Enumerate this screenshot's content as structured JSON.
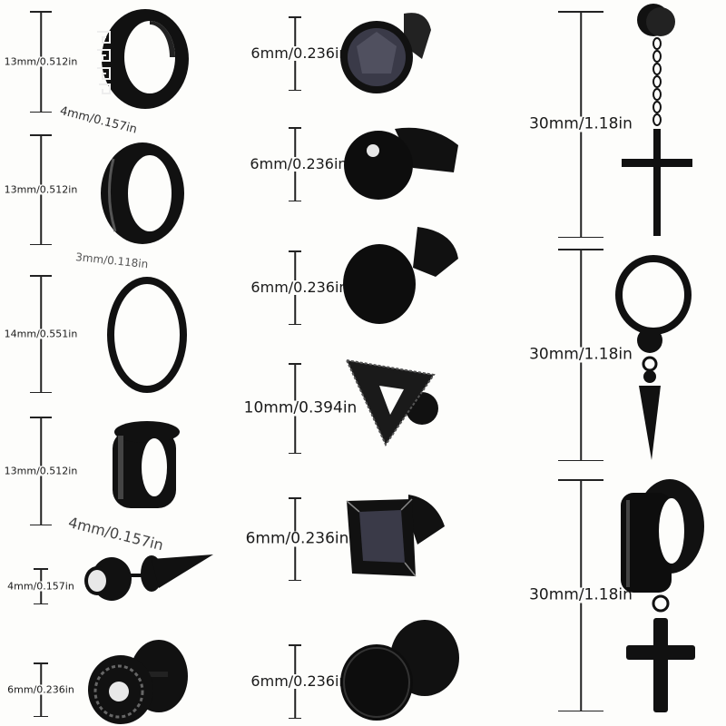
{
  "columns": [
    {
      "name": "hoops-and-studs-left",
      "items": [
        {
          "type": "greek-key-huggie-hoop",
          "height_label": "13mm/0.512in",
          "width_label": "4mm/0.157in"
        },
        {
          "type": "plain-huggie-hoop",
          "height_label": "13mm/0.512in",
          "width_label": "3mm/0.118in"
        },
        {
          "type": "thin-hoop",
          "height_label": "14mm/0.551in"
        },
        {
          "type": "wide-huggie-hoop",
          "height_label": "13mm/0.512in",
          "width_label": "4mm/0.157in"
        },
        {
          "type": "crystal-spike-stud",
          "height_label": "4mm/0.157in"
        },
        {
          "type": "greek-key-crystal-plug",
          "height_label": "6mm/0.236in"
        }
      ]
    },
    {
      "name": "studs-middle",
      "items": [
        {
          "type": "round-black-gem-stud",
          "height_label": "6mm/0.236in"
        },
        {
          "type": "ball-stud",
          "height_label": "6mm/0.236in"
        },
        {
          "type": "flat-disc-stud",
          "height_label": "6mm/0.236in"
        },
        {
          "type": "greek-key-triangle-stud",
          "height_label": "10mm/0.394in"
        },
        {
          "type": "square-black-gem-stud",
          "height_label": "6mm/0.236in"
        },
        {
          "type": "barbell-plug-stud",
          "height_label": "6mm/0.236in"
        }
      ]
    },
    {
      "name": "dangles-right",
      "items": [
        {
          "type": "chain-cross-dangle",
          "height_label": "30mm/1.18in"
        },
        {
          "type": "hoop-spike-dangle",
          "height_label": "30mm/1.18in"
        },
        {
          "type": "huggie-cross-dangle",
          "height_label": "30mm/1.18in"
        }
      ]
    }
  ],
  "colors": {
    "background": "#fdfdfb",
    "metal": "#111111",
    "highlight": "#555555",
    "gem": "#3a3a48",
    "crystal": "#e8e8e8"
  }
}
